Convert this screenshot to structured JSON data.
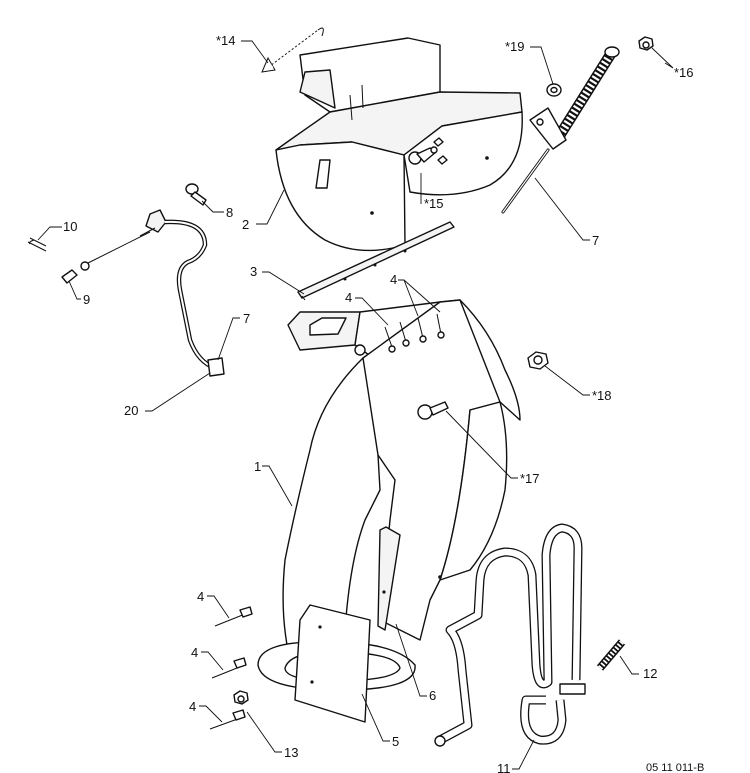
{
  "diagram": {
    "callouts": {
      "c14": "*14",
      "c19": "*19",
      "c16": "*16",
      "c8": "8",
      "c2": "2",
      "c15": "*15",
      "c7a": "7",
      "c10": "10",
      "c9": "9",
      "c3": "3",
      "c4a": "4",
      "c4b": "4",
      "c7b": "7",
      "c18": "*18",
      "c20": "20",
      "c17": "*17",
      "c1": "1",
      "c4c": "4",
      "c4d": "4",
      "c4e": "4",
      "c12": "12",
      "c6": "6",
      "c13": "13",
      "c5": "5",
      "c11": "11"
    },
    "drawing_number": "05 11 011-B"
  }
}
